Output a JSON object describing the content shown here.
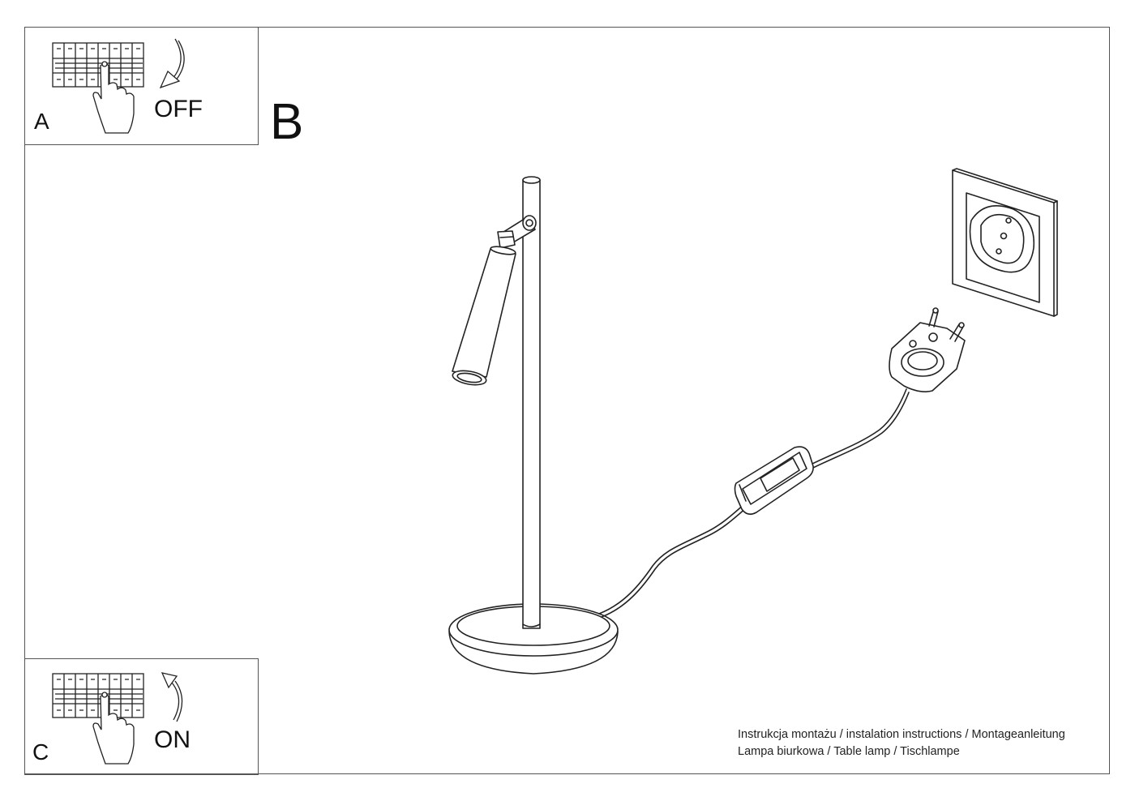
{
  "steps": {
    "a": {
      "letter": "A",
      "switch_label": "OFF"
    },
    "b": {
      "letter": "B"
    },
    "c": {
      "letter": "C",
      "switch_label": "ON"
    }
  },
  "caption": {
    "line1": "Instrukcja montażu / instalation instructions / Montageanleitung",
    "line2": "Lampa biurkowa / Table lamp / Tischlampe"
  },
  "icons": [
    "breaker-panel-icon",
    "hand-icon",
    "arrow-down-icon",
    "arrow-up-icon",
    "table-lamp",
    "wall-socket",
    "plug",
    "inline-switch"
  ]
}
